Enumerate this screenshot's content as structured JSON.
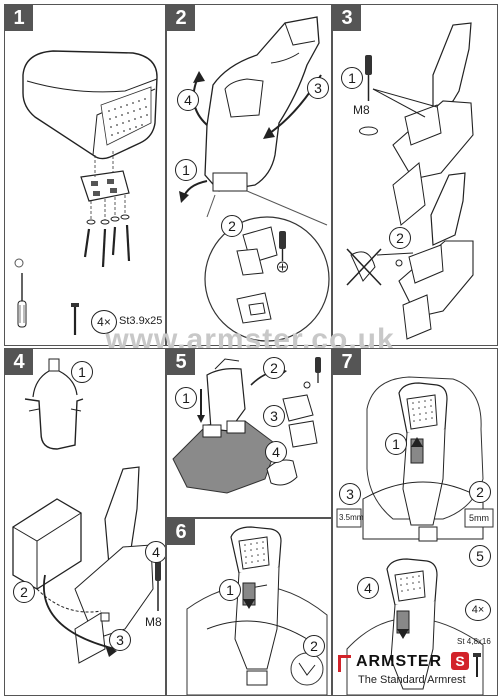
{
  "steps": [
    {
      "number": "1",
      "labels": {
        "qty": "4×",
        "screw": "St3.9x25"
      }
    },
    {
      "number": "2",
      "callouts": [
        "1",
        "2",
        "3",
        "4"
      ]
    },
    {
      "number": "3",
      "callouts": [
        "1",
        "2"
      ],
      "labels": {
        "bolt": "M8"
      }
    },
    {
      "number": "4",
      "callouts": [
        "1",
        "2",
        "3",
        "4"
      ],
      "labels": {
        "bolt": "M8"
      }
    },
    {
      "number": "5",
      "callouts": [
        "1",
        "2",
        "3",
        "4"
      ]
    },
    {
      "number": "6",
      "callouts": [
        "1",
        "2"
      ]
    },
    {
      "number": "7",
      "callouts": [
        "1",
        "2",
        "3",
        "4",
        "5"
      ],
      "labels": {
        "qty": "4×",
        "screw": "St 4,8x16",
        "left_dim": "3.5mm",
        "right_dim": "5mm"
      }
    }
  ],
  "watermark": "www.armster.co.uk",
  "brand": {
    "name": "ARMSTER",
    "badge": "S",
    "tagline": "The Standard Armrest"
  },
  "colors": {
    "step_badge": "#555555",
    "brand_red": "#d2232a",
    "watermark": "#c8c8c8"
  }
}
